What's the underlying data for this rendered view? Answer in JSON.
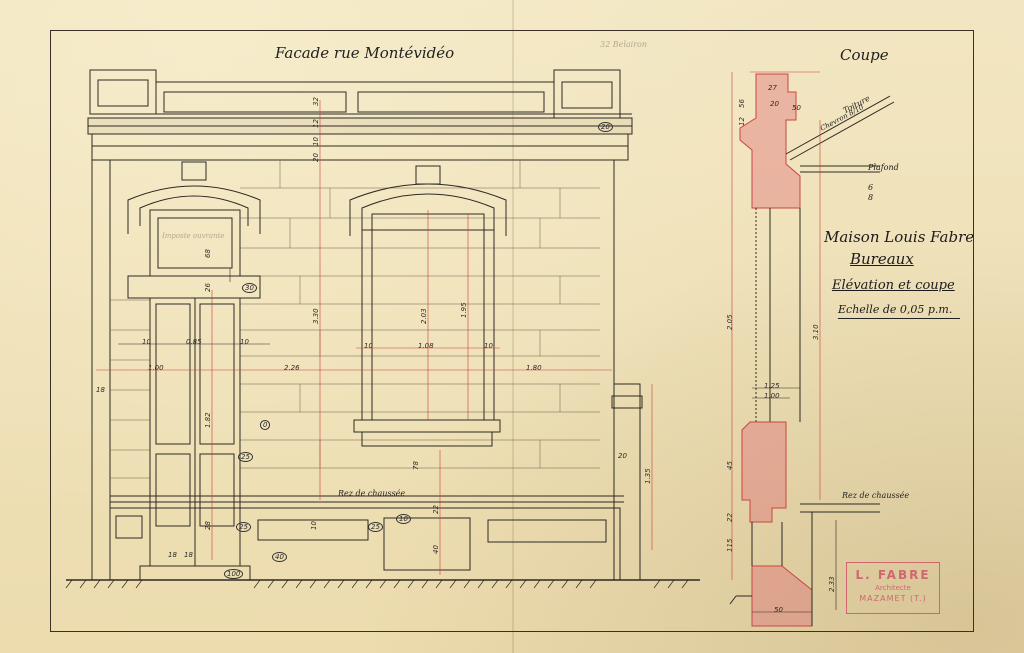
{
  "titles": {
    "facade": "Facade rue Montévidéo",
    "coupe": "Coupe"
  },
  "cartouche": {
    "line1": "Maison Louis Fabre",
    "line2": "Bureaux",
    "line3": "Elévation et coupe",
    "line4": "Echelle de 0,05 p.m."
  },
  "stamp": {
    "name": "L. FABRE",
    "role": "Architecte",
    "city": "MAZAMET (T.)"
  },
  "notes": {
    "ras_chaussee_facade": "Rez de chaussée",
    "ras_chaussee_coupe": "Rez de chaussée",
    "toiture": "Toiture",
    "chevron": "Chevron 8/10",
    "plafond": "Plafond",
    "margin_pencil": "32 Belairon",
    "imposte_text": "Imposte ouvrante",
    "ratio_top": "6",
    "ratio_bottom": "8"
  },
  "dims": {
    "d_18": "18",
    "d_100": "1.00",
    "d_085": "0.85",
    "d_010a": "10",
    "d_010b": "10",
    "d_226": "2.26",
    "d_108": "1.08",
    "d_010c": "10",
    "d_010d": "10",
    "d_180": "1.80",
    "d_330": "3.30",
    "d_203": "2.03",
    "d_195": "1.95",
    "d_182": "1.82",
    "d_68": "68",
    "d_26a": "26",
    "d_78": "78",
    "d_135": "1.35",
    "d_20a": "20",
    "d_28": "28",
    "d_40": "40",
    "d_10s": "10",
    "d_22": "22",
    "d_18b": "18",
    "d_18c": "18",
    "d_32": "32",
    "d_12": "12",
    "d_10t": "10",
    "d_20b": "20",
    "d_c27": "27",
    "d_c20": "20",
    "d_c50a": "50",
    "d_c205": "2.05",
    "d_c310": "3.10",
    "d_c125": "1.25",
    "d_c100": "1.00",
    "d_c45": "45",
    "d_c22": "22",
    "d_c115": "115",
    "d_c233": "2.33",
    "d_c50b": "50",
    "d_c56": "56",
    "d_c12": "12"
  },
  "markers": {
    "m20": "20",
    "m30": "30",
    "m25a": "25",
    "m25b": "25",
    "m25c": "25",
    "m10": "10",
    "m40": "40",
    "m100": "100",
    "m0": "0"
  }
}
